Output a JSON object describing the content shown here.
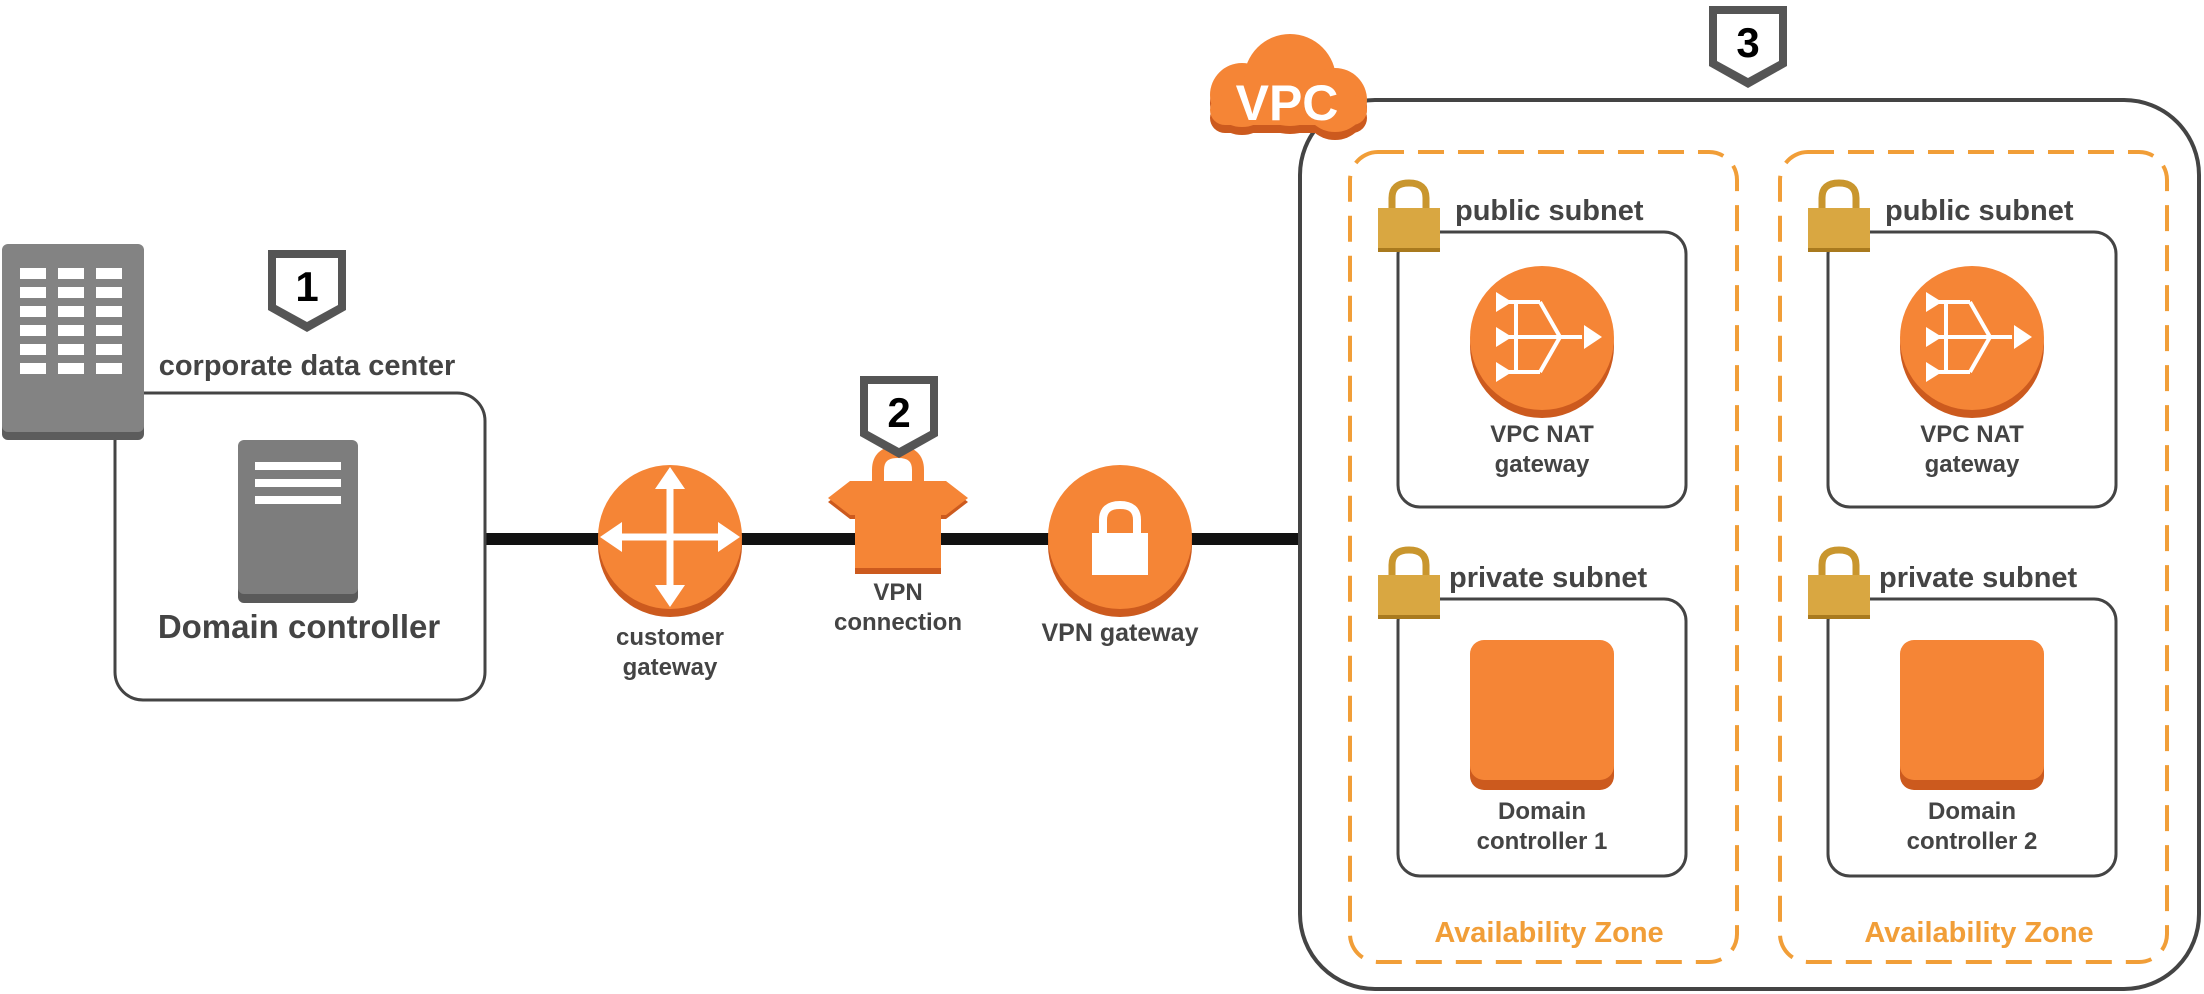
{
  "steps": {
    "one": "1",
    "two": "2",
    "three": "3"
  },
  "corporate": {
    "title": "corporate data center",
    "server_label": "Domain controller"
  },
  "connection": {
    "customer_gateway": [
      "customer",
      "gateway"
    ],
    "vpn_connection": [
      "VPN",
      "connection"
    ],
    "vpn_gateway": "VPN gateway"
  },
  "vpc": {
    "badge": "VPC",
    "zones": [
      {
        "label": "Availability Zone",
        "public_subnet": "public subnet",
        "nat_label": [
          "VPC NAT",
          "gateway"
        ],
        "private_subnet": "private subnet",
        "instance_label": [
          "Domain",
          "controller 1"
        ]
      },
      {
        "label": "Availability Zone",
        "public_subnet": "public subnet",
        "nat_label": [
          "VPC NAT",
          "gateway"
        ],
        "private_subnet": "private subnet",
        "instance_label": [
          "Domain",
          "controller 2"
        ]
      }
    ]
  },
  "colors": {
    "aws_orange": "#F58536",
    "aws_orange_dark": "#CC5A1E",
    "zone_dash": "#F19E38",
    "lock_gold": "#D9A741",
    "server_gray": "#7D7D7D",
    "line_black": "#111111",
    "label_gray": "#444444"
  },
  "icons": {
    "corporate_building": "building-icon",
    "server": "server-icon",
    "customer_gateway": "router-icon",
    "vpn_connection": "vpn-connection-icon",
    "vpn_gateway": "vpn-gateway-icon",
    "nat_gateway": "nat-gateway-icon",
    "instance": "ec2-instance-icon",
    "subnet_lock": "lock-icon",
    "vpc_cloud": "cloud-icon",
    "step_marker": "step-marker-icon"
  }
}
